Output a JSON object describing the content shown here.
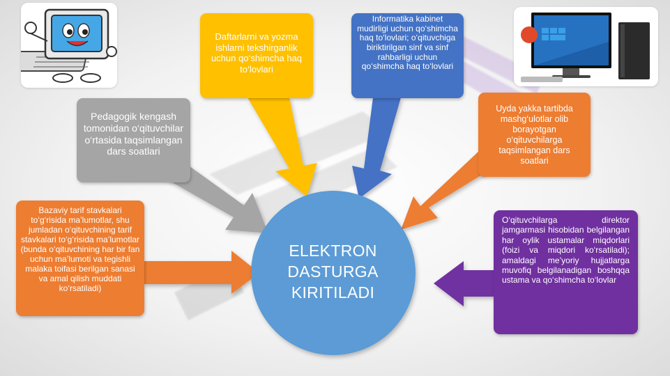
{
  "center": {
    "text": "ELEKTRON DASTURGA KIRITILADI",
    "color": "#5b9bd5"
  },
  "boxes": {
    "yellow": {
      "text": "Daftarlarni va yozma ishlarni tekshirganlik uchun qo‘shimcha haq to‘lovlari",
      "color": "#ffc000"
    },
    "blue": {
      "text": "Informatika kabinet mudirligi uchun qo‘shimcha haq to‘lovlari; o‘qituvchiga biriktirilgan sinf va sinf rahbarligi uchun qo‘shimcha haq to‘lovlari",
      "color": "#4472c4"
    },
    "gray": {
      "text": "Pedagogik kengash tomonidan o‘qituvchilar o‘rtasida taqsimlangan dars soatlari",
      "color": "#a5a5a5"
    },
    "orange_right": {
      "text": "Uyda yakka tartibda mashg‘ulotlar olib borayotgan o‘qituvchilarga taqsimlangan dars soatlari",
      "color": "#ed7d31"
    },
    "orange_left": {
      "text": "Bazaviy tarif stavkalari to‘g‘risida ma’lumotlar, shu jumladan o‘qituvchining tarif stavkalari to‘g‘risida ma’lumotlar (bunda o‘qituvchining har bir fan uchun ma’lumoti va tegishli malaka toifasi berilgan sanasi va amal qilish muddati ko‘rsatiladi)",
      "color": "#ed7d31"
    },
    "purple": {
      "text": "O‘qituvchilarga direktor jamgarmasi hisobidan belgilangan har oylik ustamalar miqdorlari (foizi va miqdori ko‘rsatiladi); amaldagi me’yoriy hujjatlarga muvofiq belgilanadigan boshqqa ustama va qo‘shimcha to‘lovlar",
      "color": "#7030a0"
    }
  },
  "images": {
    "left": "computer-cartoon-icon",
    "right": "desktop-computer-photo"
  }
}
